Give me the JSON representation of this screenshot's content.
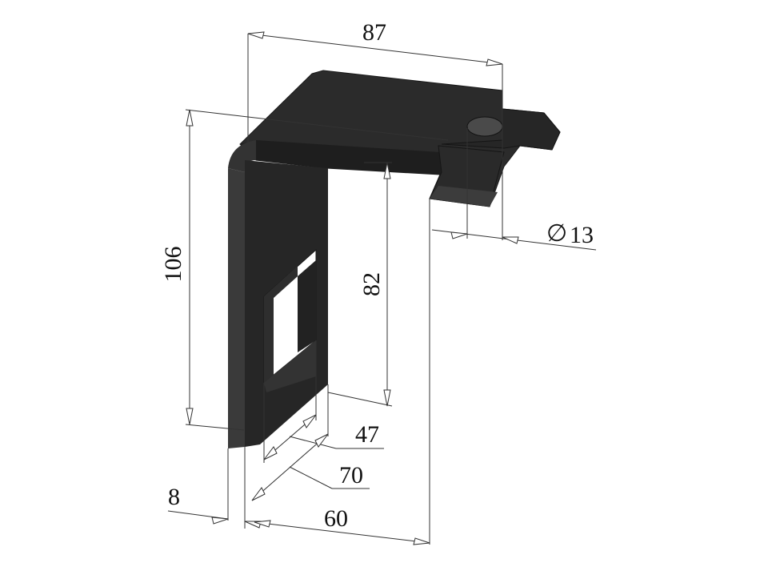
{
  "drawing": {
    "part_color": "#1f1f1f",
    "edge_color": "#3a3a3a",
    "dimension_color": "#333333",
    "dimensions": {
      "top_width": "87",
      "overall_height": "106",
      "inner_height": "82",
      "hole_diameter": "13",
      "hole_symbol": "∅",
      "slot_length": "47",
      "leg_length": "70",
      "thickness": "8",
      "base_width": "60"
    }
  }
}
